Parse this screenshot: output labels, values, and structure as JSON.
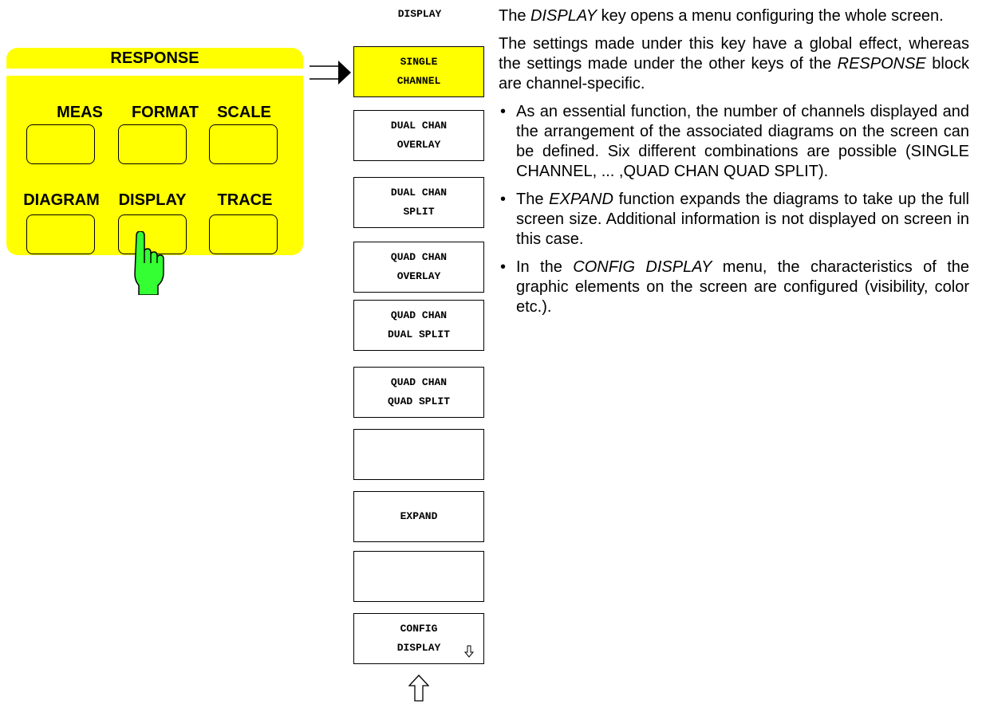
{
  "panel": {
    "title": "RESPONSE",
    "keys": [
      {
        "label": "MEAS"
      },
      {
        "label": "FORMAT"
      },
      {
        "label": "SCALE"
      },
      {
        "label": "DIAGRAM"
      },
      {
        "label": "DISPLAY"
      },
      {
        "label": "TRACE"
      }
    ],
    "panel_color": "#ffff00",
    "pointer_color": "#33ff33",
    "pointer_icon": "hand-pointer-icon"
  },
  "menu": {
    "title": "DISPLAY",
    "active_color": "#ffff00",
    "softkeys": [
      {
        "line1": "SINGLE",
        "line2": "CHANNEL"
      },
      {
        "line1": "DUAL CHAN",
        "line2": "OVERLAY"
      },
      {
        "line1": "DUAL CHAN",
        "line2": "SPLIT"
      },
      {
        "line1": "QUAD CHAN",
        "line2": "OVERLAY"
      },
      {
        "line1": "QUAD CHAN",
        "line2": "DUAL SPLIT"
      },
      {
        "line1": "QUAD CHAN",
        "line2": "QUAD SPLIT"
      },
      {
        "line1": "",
        "line2": ""
      },
      {
        "line1": "EXPAND",
        "line2": ""
      },
      {
        "line1": "",
        "line2": ""
      },
      {
        "line1": "CONFIG",
        "line2": "DISPLAY"
      }
    ]
  },
  "description": {
    "p1_a": "The ",
    "p1_key": "DISPLAY",
    "p1_b": " key opens a menu configuring the whole screen.",
    "p2_a": "The settings made under this key have a global effect, whereas the settings made under the other keys of the ",
    "p2_key": "RESPONSE",
    "p2_b": " block are channel-specific.",
    "b1": "As an essential function, the number of channels displayed and the arrangement of the associated diagrams on the screen can be defined. Six different combinations are possible (SINGLE CHANNEL, ... ,QUAD CHAN QUAD SPLIT).",
    "b2_a": "The ",
    "b2_key": "EXPAND",
    "b2_b": " function expands the diagrams to take up the full screen size. Additional information is not displayed on screen in this case.",
    "b3_a": "In the ",
    "b3_key": "CONFIG DISPLAY",
    "b3_b": " menu, the characteristics of the graphic elements on the screen are configured (visibility, color etc.)."
  }
}
